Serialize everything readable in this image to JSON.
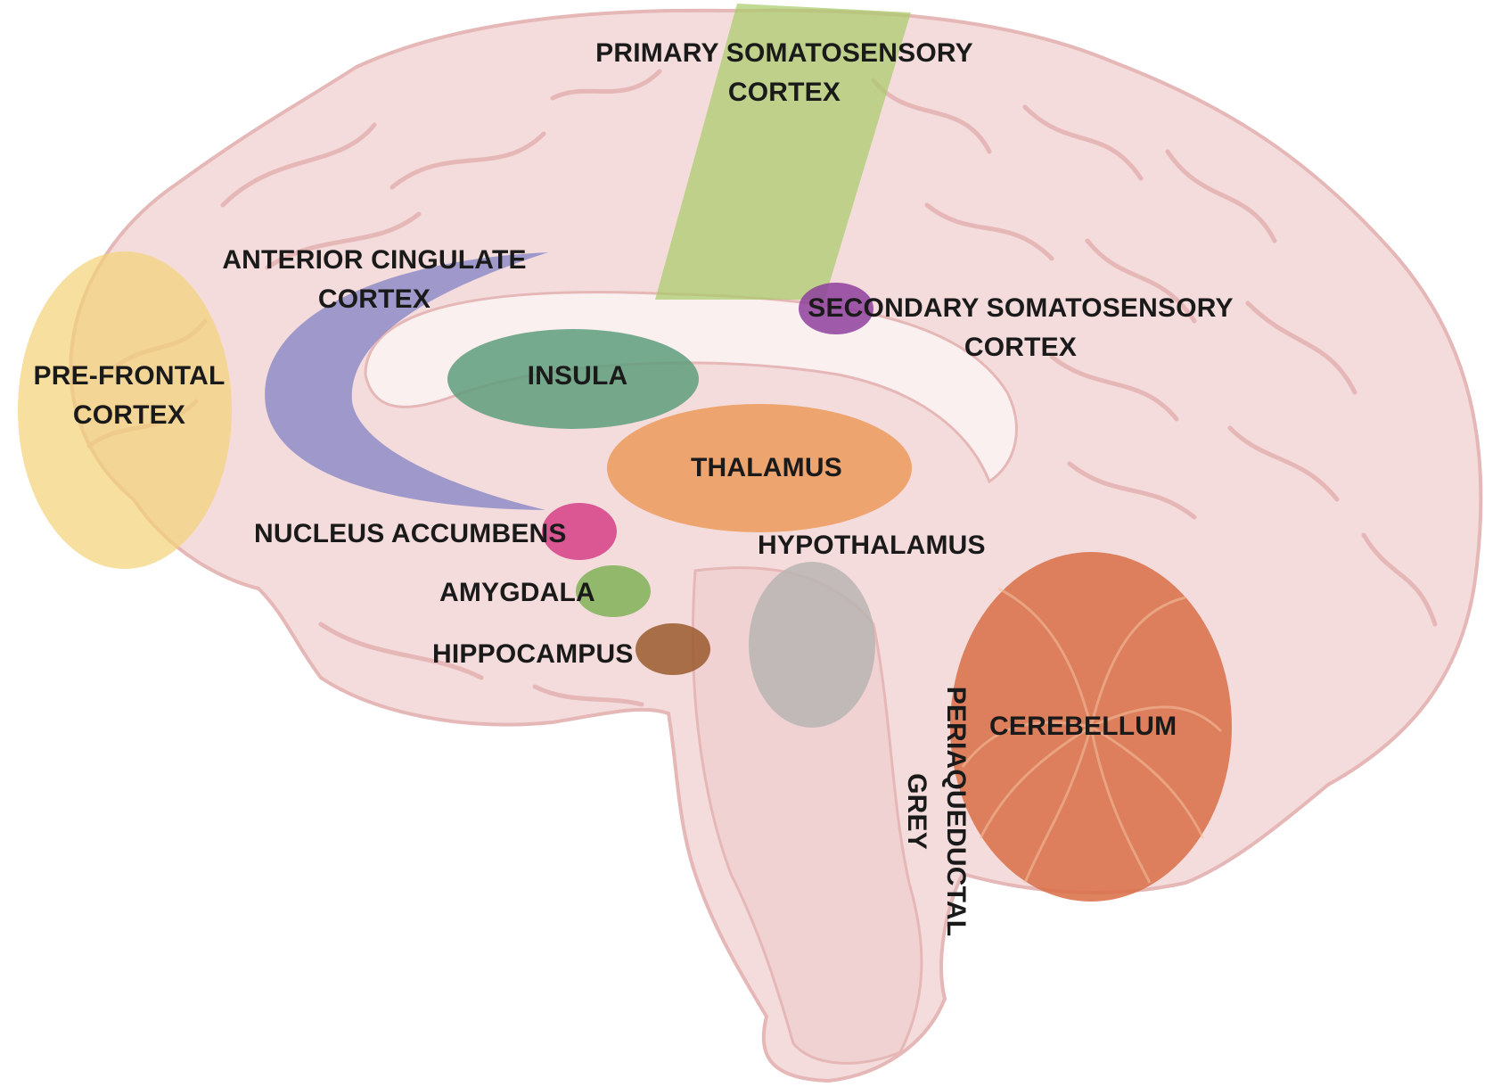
{
  "labels": {
    "primary_somatosensory": [
      "PRIMARY SOMATOSENSORY",
      "CORTEX"
    ],
    "anterior_cingulate": [
      "ANTERIOR CINGULATE",
      "CORTEX"
    ],
    "secondary_somatosensory": [
      "SECONDARY SOMATOSENSORY",
      "CORTEX"
    ],
    "prefrontal": [
      "PRE-FRONTAL",
      "CORTEX"
    ],
    "insula": "INSULA",
    "thalamus": "THALAMUS",
    "nucleus_accumbens": "NUCLEUS ACCUMBENS",
    "hypothalamus": "HYPOTHALAMUS",
    "amygdala": "AMYGDALA",
    "hippocampus": "HIPPOCAMPUS",
    "cerebellum": "CEREBELLUM",
    "periaqueductal_grey": [
      "PERIAQUEDUCTAL",
      "GREY"
    ]
  },
  "colors": {
    "brain_fill": "#f4dcdc",
    "brain_outline": "#e6b7b7",
    "primary_somatosensory": "#a9cc6b",
    "anterior_cingulate": "#7d7fc4",
    "secondary_somatosensory": "#8e3f9c",
    "prefrontal": "#f3d27a",
    "insula": "#5e9e7d",
    "thalamus": "#ec9a5a",
    "nucleus_accumbens": "#d63f86",
    "amygdala": "#7fb257",
    "hippocampus": "#9a5b2e",
    "periaqueductal_grey": "#b9b5b3",
    "cerebellum": "#d9714a"
  }
}
